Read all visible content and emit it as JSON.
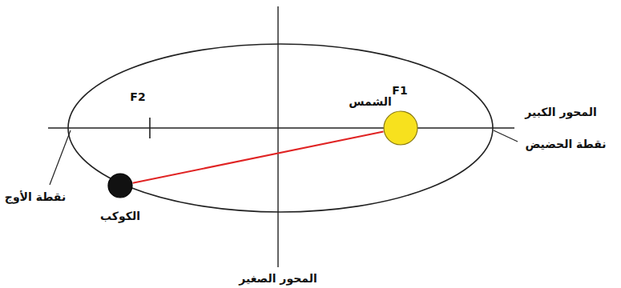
{
  "diagram": {
    "nodes": [
      {
        "text": [
          "الشمس"
        ]
      },
      {
        "text": [
          "الكوكب"
        ]
      }
    ],
    "edges": [
      {
        "from": 1,
        "to": 0,
        "arrow": "none"
      }
    ],
    "labels": [
      "F2",
      "F1",
      "المحور الكبير",
      "نقطة الحضيض",
      "نقطة الأوج",
      "المحور الصغير"
    ]
  }
}
